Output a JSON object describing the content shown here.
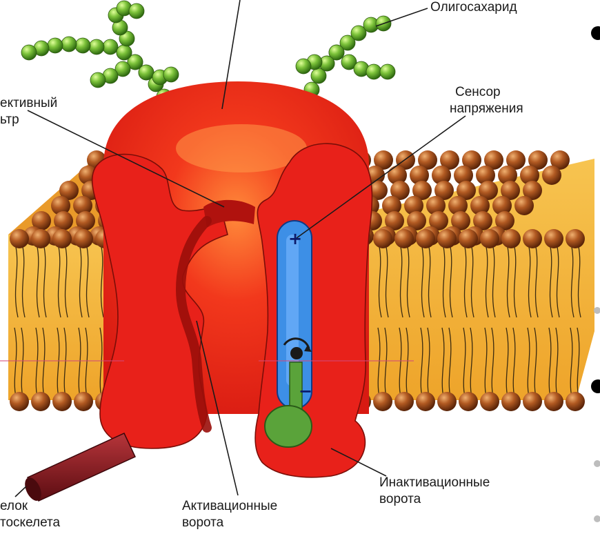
{
  "labels": {
    "oligosaccharide": "Олигосахарид",
    "selective_filter_line1": "ективный",
    "selective_filter_line2": "ьтр",
    "voltage_sensor_line1": "Сенсор",
    "voltage_sensor_line2": "напряжения",
    "inactivation_gate_line1": "Инактивационные",
    "inactivation_gate_line2": "ворота",
    "activation_gate_line1": "Активационные",
    "activation_gate_line2": "ворота",
    "cytoskeleton_protein_line1": "елок",
    "cytoskeleton_protein_line2": "тоскелета"
  },
  "signs": {
    "plus": "+",
    "minus": "−"
  },
  "colors": {
    "channel_protein": "#e8211a",
    "channel_shading": "#c1120e",
    "lipid_heads": "#9a4a1c",
    "membrane_core": "#f3b238",
    "voltage_sensor": "#3d8fe6",
    "inactivation_ball": "#5aa33a",
    "oligosaccharide": "#7cc23a",
    "cytoskeleton_rod": "#8a1e22"
  }
}
